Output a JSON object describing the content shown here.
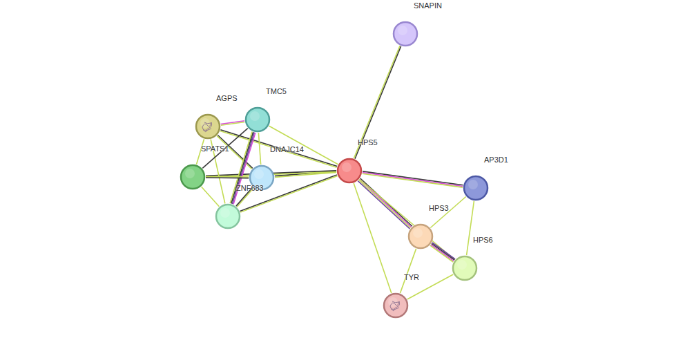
{
  "diagram": {
    "nodes": [
      {
        "text": [
          "SNAPIN"
        ]
      },
      {
        "text": [
          "AGPS"
        ]
      },
      {
        "text": [
          "TMC5"
        ]
      },
      {
        "text": [
          "HPS5"
        ]
      },
      {
        "text": [
          "SPATS1"
        ]
      },
      {
        "text": [
          "DNAJC14"
        ]
      },
      {
        "text": [
          "AP3D1"
        ]
      },
      {
        "text": [
          "ZNF683"
        ]
      },
      {
        "text": [
          "HPS3"
        ]
      },
      {
        "text": [
          "HPS6"
        ]
      },
      {
        "text": [
          "TYR"
        ]
      }
    ],
    "edges": [
      {
        "from": 0,
        "to": 3,
        "arrow": "none"
      },
      {
        "from": 3,
        "to": 6,
        "arrow": "none"
      },
      {
        "from": 3,
        "to": 8,
        "arrow": "none"
      },
      {
        "from": 3,
        "to": 9,
        "arrow": "none"
      },
      {
        "from": 8,
        "to": 9,
        "arrow": "none"
      },
      {
        "from": 3,
        "to": 10,
        "arrow": "none"
      },
      {
        "from": 8,
        "to": 10,
        "arrow": "none"
      },
      {
        "from": 9,
        "to": 10,
        "arrow": "none"
      },
      {
        "from": 6,
        "to": 8,
        "arrow": "none"
      },
      {
        "from": 6,
        "to": 9,
        "arrow": "none"
      },
      {
        "from": 2,
        "to": 3,
        "arrow": "none"
      },
      {
        "from": 1,
        "to": 3,
        "arrow": "none"
      },
      {
        "from": 5,
        "to": 3,
        "arrow": "none"
      },
      {
        "from": 4,
        "to": 3,
        "arrow": "none"
      },
      {
        "from": 7,
        "to": 3,
        "arrow": "none"
      },
      {
        "from": 1,
        "to": 2,
        "arrow": "none"
      },
      {
        "from": 1,
        "to": 4,
        "arrow": "none"
      },
      {
        "from": 1,
        "to": 5,
        "arrow": "none"
      },
      {
        "from": 1,
        "to": 7,
        "arrow": "none"
      },
      {
        "from": 2,
        "to": 4,
        "arrow": "none"
      },
      {
        "from": 2,
        "to": 7,
        "arrow": "none"
      },
      {
        "from": 2,
        "to": 5,
        "arrow": "none"
      },
      {
        "from": 4,
        "to": 5,
        "arrow": "none"
      },
      {
        "from": 4,
        "to": 7,
        "arrow": "none"
      },
      {
        "from": 5,
        "to": 7,
        "arrow": "none"
      }
    ]
  }
}
